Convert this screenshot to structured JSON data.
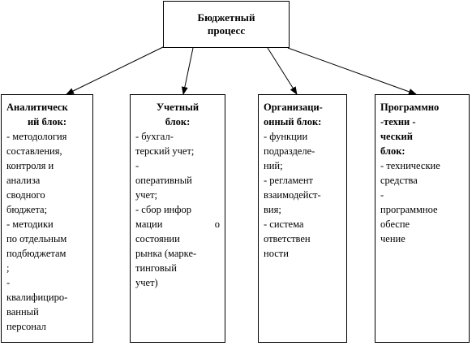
{
  "root": {
    "line1": "Бюджетный",
    "line2": "процесс"
  },
  "blocks": [
    {
      "lines": [
        {
          "t": "Аналитическ",
          "b": true
        },
        {
          "t": "ий блок:",
          "b": true,
          "c": true
        },
        {
          "t": "- методология"
        },
        {
          "t": "составления,"
        },
        {
          "t": "контроля и"
        },
        {
          "t": "анализа"
        },
        {
          "t": "сводного"
        },
        {
          "t": "бюджета;"
        },
        {
          "t": "- методики"
        },
        {
          "t": "по отдельным"
        },
        {
          "t": "подбюджетам"
        },
        {
          "t": ";"
        },
        {
          "t": "-"
        },
        {
          "t": "квалифициро-"
        },
        {
          "t": "ванный"
        },
        {
          "t": "персонал"
        }
      ]
    },
    {
      "lines": [
        {
          "t": "Учетный",
          "b": true,
          "c": true
        },
        {
          "t": "блок:",
          "b": true,
          "c": true
        },
        {
          "t": "- бухгал-"
        },
        {
          "t": "терский учет;"
        },
        {
          "t": "-"
        },
        {
          "t": "оперативный"
        },
        {
          "t": "учет;"
        },
        {
          "t": "- сбор инфор"
        },
        {
          "t": "мации|о"
        },
        {
          "t": "состоянии"
        },
        {
          "t": "рынка (марке-"
        },
        {
          "t": "тинговый"
        },
        {
          "t": "учет)"
        }
      ]
    },
    {
      "lines": [
        {
          "t": "Организаци-",
          "b": true
        },
        {
          "t": "онный блок:",
          "b": true
        },
        {
          "t": "- функции"
        },
        {
          "t": "подразделе-"
        },
        {
          "t": "ний;"
        },
        {
          "t": "- регламент"
        },
        {
          "t": "взаимодейст-"
        },
        {
          "t": "вия;"
        },
        {
          "t": "- система"
        },
        {
          "t": "ответствен"
        },
        {
          "t": "ности"
        }
      ]
    },
    {
      "lines": [
        {
          "t": "Программно",
          "b": true
        },
        {
          "t": "-техни -",
          "b": true
        },
        {
          "t": "ческий",
          "b": true
        },
        {
          "t": "блок:",
          "b": true
        },
        {
          "t": "- технические"
        },
        {
          "t": "средства"
        },
        {
          "t": "-"
        },
        {
          "t": "программное"
        },
        {
          "t": "обеспе"
        },
        {
          "t": "чение"
        }
      ]
    }
  ]
}
